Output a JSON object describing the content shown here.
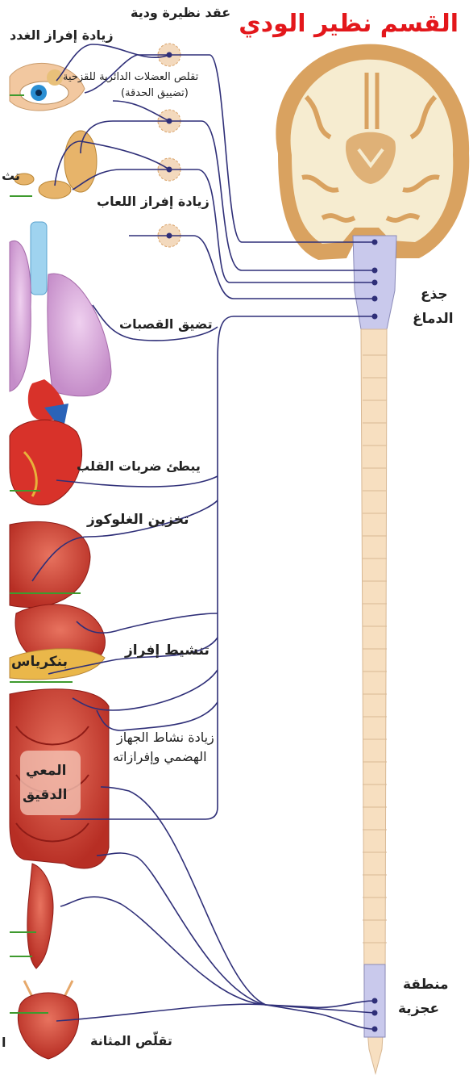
{
  "title": "القسم نظير الودي",
  "labels": {
    "ganglion": "عقد نظيرة ودية",
    "tears": "زيادة إفراز الغدد",
    "pupil_1": "تقلص العضلات الدائرية للقزحية",
    "pupil_2": "(تضييق الحدقة)",
    "saliva": "زيادة إفراز اللعاب",
    "cut_left": "تث",
    "bronchi": "تضيق القصبات",
    "heart": "يبطئ ضربات القلب",
    "glucose": "تخزين الغلوكوز",
    "secretion": "تنشيط إفراز",
    "pancreas": "بنكرياس",
    "digestive_1": "زيادة نشاط الجهاز",
    "digestive_2": "الهضمي وإفرازاته",
    "intestine_1": "المعي",
    "intestine_2": "الدقيق",
    "bladder": "تقلّص المثانة",
    "cut_bottom": "ا",
    "brainstem_1": "جذع",
    "brainstem_2": "الدماغ",
    "sacral_1": "منطقة",
    "sacral_2": "عجزية"
  },
  "colors": {
    "title": "#e3171b",
    "nerve": "#2f2f78",
    "green_fiber": "#3e9a2e",
    "brain_white": "#f6ecd0",
    "brain_gray": "#d9a260",
    "spinal_cord": "#f7dfc0",
    "brainstem": "#c9c9ec",
    "lung": "#d9a9dc",
    "heart": "#d8322a",
    "organ": "#d2473a",
    "ganglion": "#f3d9bd"
  },
  "icons": [
    "eye-icon",
    "salivary-gland-icon",
    "lung-icon",
    "heart-icon",
    "liver-icon",
    "stomach-icon",
    "pancreas-icon",
    "intestine-icon",
    "bladder-icon",
    "brain-icon",
    "spinal-cord-icon"
  ]
}
